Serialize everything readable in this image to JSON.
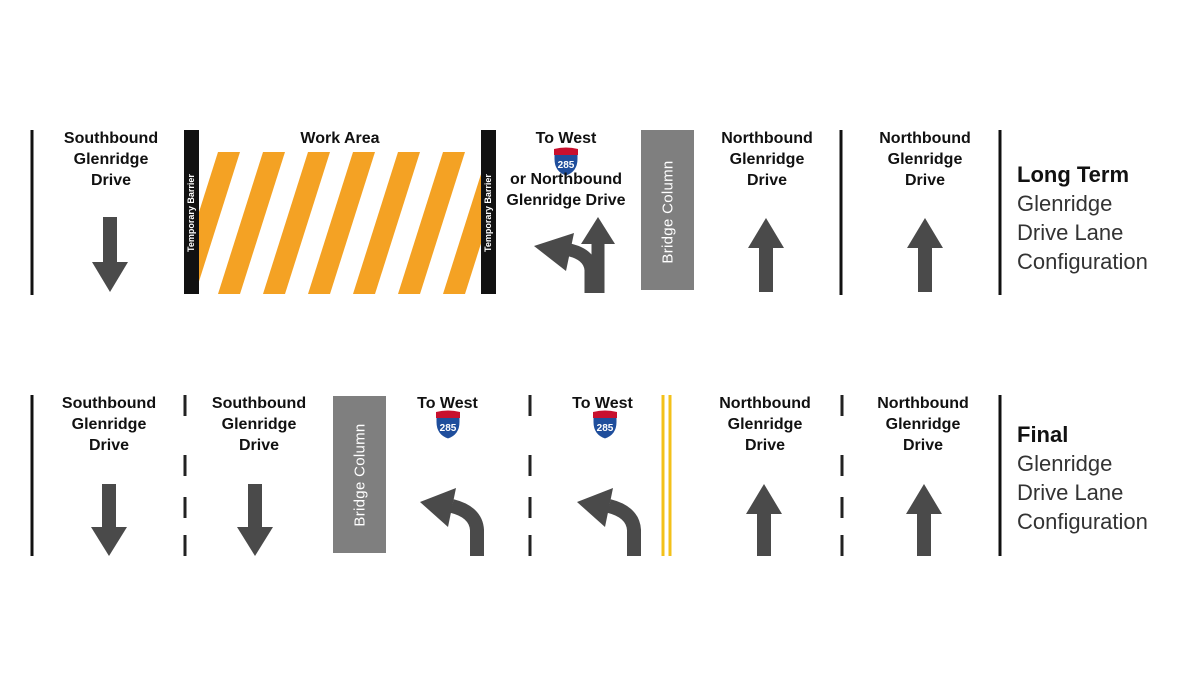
{
  "colors": {
    "arrow": "#4a4a4a",
    "hatch": "#f4a224",
    "barrier": "#111111",
    "column": "#7f7f7f",
    "centerline": "#f3c11a",
    "shield_blue": "#1f4e9c",
    "shield_red": "#c8102e"
  },
  "long_term": {
    "title_bold": "Long Term",
    "title_rest": [
      "Glenridge",
      "Drive Lane",
      "Configuration"
    ],
    "work_area_label": "Work Area",
    "barrier_label": "Temporary Barrier",
    "bridge_column_label": "Bridge Column",
    "lanes": [
      {
        "label": "Southbound\nGlenridge\nDrive",
        "arrow": "down-arrow-icon"
      },
      {
        "label": "To West",
        "shield": "285",
        "label2": "or Northbound Glenridge Drive",
        "arrow": "left-turn-and-straight-arrow-icon"
      },
      {
        "label": "Northbound\nGlenridge\nDrive",
        "arrow": "up-arrow-icon"
      },
      {
        "label": "Northbound\nGlenridge\nDrive",
        "arrow": "up-arrow-icon"
      }
    ]
  },
  "final": {
    "title_bold": "Final",
    "title_rest": [
      "Glenridge",
      "Drive Lane",
      "Configuration"
    ],
    "bridge_column_label": "Bridge Column",
    "lanes": [
      {
        "label": "Southbound\nGlenridge\nDrive",
        "arrow": "down-arrow-icon"
      },
      {
        "label": "Southbound\nGlenridge\nDrive",
        "arrow": "down-arrow-icon"
      },
      {
        "label": "To West",
        "shield": "285",
        "arrow": "left-turn-arrow-icon"
      },
      {
        "label": "To West",
        "shield": "285",
        "arrow": "left-turn-arrow-icon"
      },
      {
        "label": "Northbound\nGlenridge\nDrive",
        "arrow": "up-arrow-icon"
      },
      {
        "label": "Northbound\nGlenridge\nDrive",
        "arrow": "up-arrow-icon"
      }
    ]
  }
}
